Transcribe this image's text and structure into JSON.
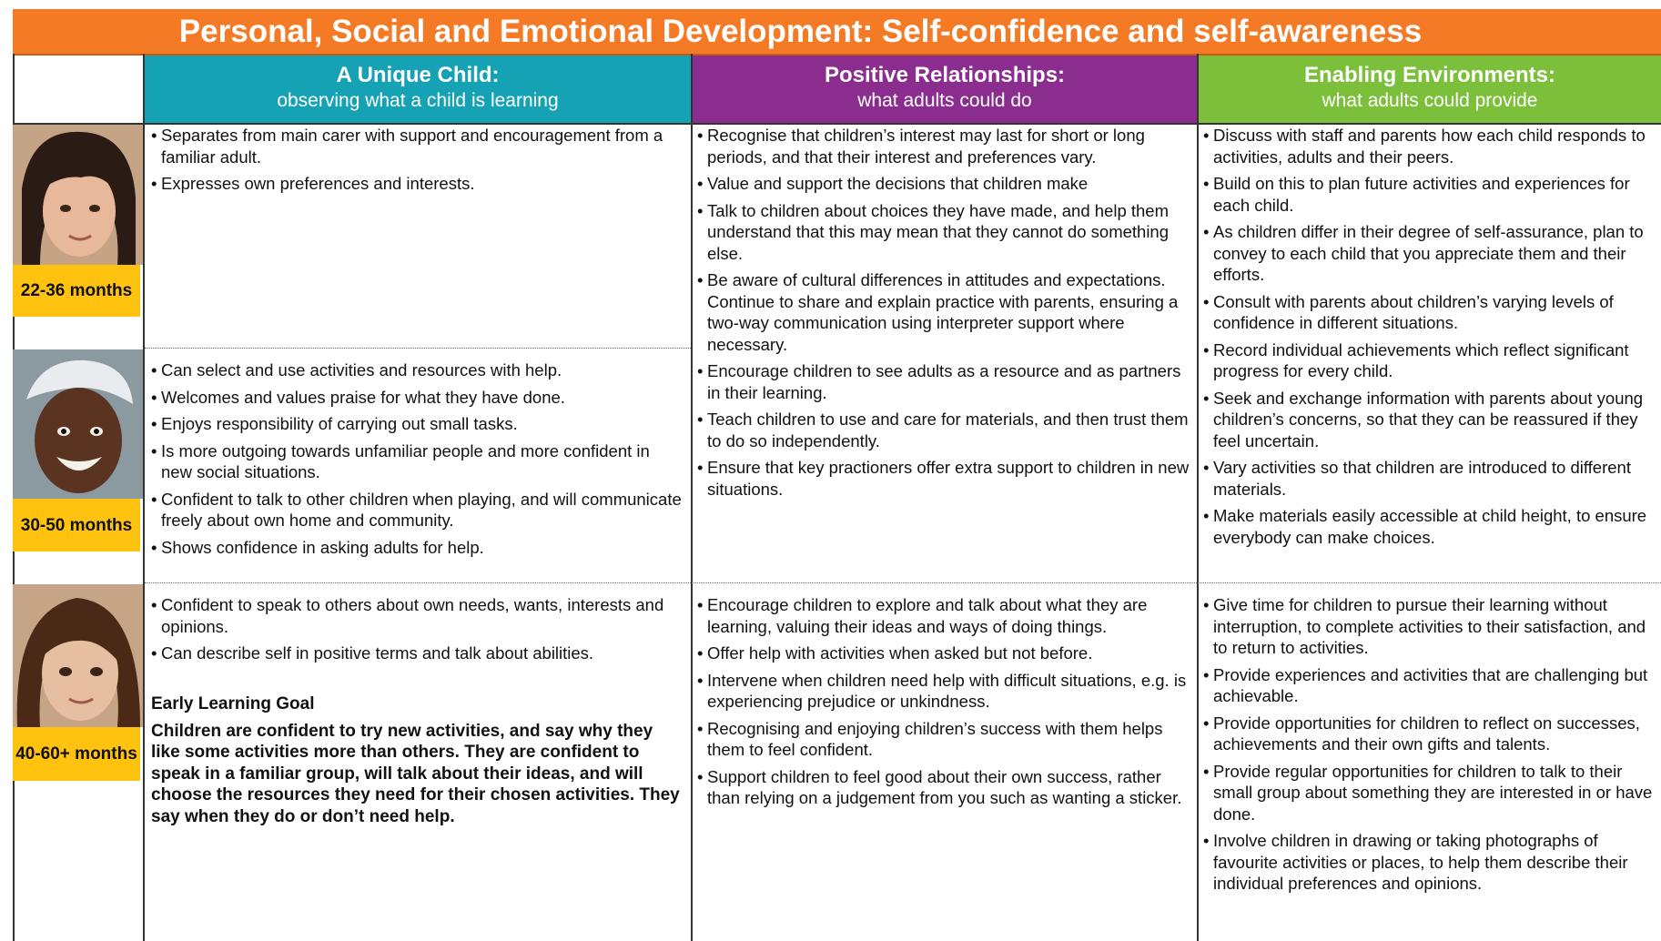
{
  "title": "Personal, Social and Emotional Development: Self-confidence and self-awareness",
  "columns": [
    {
      "heading": "A Unique Child:",
      "subheading": "observing what a child is learning",
      "color": "#16a2b5"
    },
    {
      "heading": "Positive Relationships:",
      "subheading": "what adults could do",
      "color": "#8b2d8f"
    },
    {
      "heading": "Enabling Environments:",
      "subheading": "what adults could provide",
      "color": "#7cbf3a"
    }
  ],
  "age_bands": [
    {
      "label": "22-36 months",
      "photo_icon": "child-photo-1"
    },
    {
      "label": "30-50 months",
      "photo_icon": "child-photo-2"
    },
    {
      "label": "40-60+ months",
      "photo_icon": "child-photo-3"
    }
  ],
  "unique_child": {
    "band1": [
      "Separates from main carer with support and encouragement from a familiar adult.",
      "Expresses own preferences and interests."
    ],
    "band2": [
      "Can select and use activities and resources with help.",
      "Welcomes and values praise for what they have done.",
      "Enjoys responsibility of carrying out small tasks.",
      "Is more outgoing towards unfamiliar people and more confident in new social situations.",
      "Confident to talk to other children when playing, and will communicate freely about own home and community.",
      "Shows confidence in asking adults for help."
    ],
    "band3": [
      "Confident to speak to others about own needs, wants, interests and opinions.",
      "Can describe self in positive terms and talk about abilities."
    ],
    "elg_title": "Early Learning Goal",
    "elg_text": "Children are confident to try new activities, and say why they like some activities more than others. They are confident to speak in a familiar group, will talk about their ideas, and will choose the resources they need for their chosen activities. They say when they do or don’t need help."
  },
  "positive_relationships": {
    "upper": [
      "Recognise that children’s interest may last for short or long periods, and that their interest and preferences vary.",
      "Value and support the decisions that children make",
      "Talk to children about choices they have made, and help them understand that this may mean that they cannot do something else.",
      "Be aware of cultural differences in attitudes and expectations. Continue to share and explain practice with parents, ensuring a two-way communication using interpreter support where necessary.",
      "Encourage children to see adults as a resource and as partners in their learning.",
      "Teach children to use and care for materials, and then trust them to do so independently.",
      "Ensure that key practioners offer extra support to children in new situations."
    ],
    "lower": [
      "Encourage children to explore and talk about what they are learning, valuing their ideas and ways of doing things.",
      "Offer help with activities when asked but not before.",
      "Intervene when children need help with difficult  situations, e.g.  is experiencing prejudice or unkindness.",
      "Recognising and enjoying children’s success with them helps them to feel confident.",
      "Support children to feel good about their own success, rather than relying on a judgement from you such as wanting a sticker."
    ]
  },
  "enabling_environments": {
    "upper": [
      "Discuss with staff and parents how each child responds to activities, adults and their peers.",
      "Build on this to plan future activities and experiences for each child.",
      "As children differ in their degree of self-assurance, plan to convey to each child that you appreciate them and their efforts.",
      "Consult with parents about children’s varying levels of confidence in different situations.",
      "Record individual achievements which reflect significant progress for every child.",
      "Seek and exchange information with parents about young children’s concerns, so that they can be reassured if they feel uncertain.",
      "Vary activities so that children are introduced to different materials.",
      "Make materials easily accessible at child height, to ensure everybody can make choices."
    ],
    "lower": [
      "Give time for children to pursue their learning without interruption, to complete activities to their satisfaction, and to return to activities.",
      "Provide experiences and activities that are challenging but achievable.",
      "Provide opportunities for children to reflect on successes, achievements and their own gifts and talents.",
      "Provide regular opportunities for children to talk to their small group about something they are interested in or have done.",
      "Involve children in drawing or taking photographs of favourite activities or places, to help them describe their individual preferences and opinions."
    ]
  }
}
